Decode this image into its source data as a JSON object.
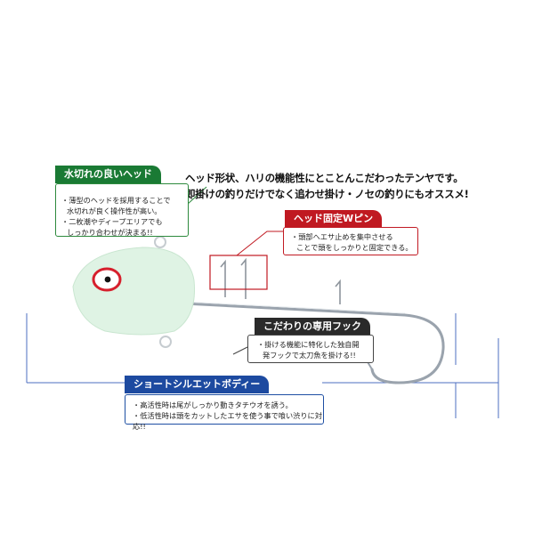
{
  "headline": {
    "line1": "ヘッド形状、ハリの機能性にとことんこだわったテンヤです。",
    "line2": "即掛けの釣りだけでなく追わせ掛け・ノセの釣りにもオススメ!"
  },
  "callouts": {
    "head": {
      "title": "水切れの良いヘッド",
      "lines": [
        "・薄型のヘッドを採用することで",
        "水切れが良く操作性が高い。",
        "・二枚潮やディープエリアでも",
        "しっかり合わせが決まる!!"
      ]
    },
    "pin": {
      "title": "ヘッド固定Wピン",
      "lines": [
        "・頭部へエサ止めを集中させる",
        "ことで頭をしっかりと固定できる。"
      ]
    },
    "hook": {
      "title": "こだわりの専用フック",
      "lines": [
        "・掛ける機能に特化した独自開",
        "発フックで太刀魚を掛ける!!"
      ]
    },
    "body": {
      "title": "ショートシルエットボディー",
      "lines": [
        "・高活性時は尾がしっかり動きタチウオを誘う。",
        "・低活性時は頭をカットしたエサを使う事で喰い渋りに対応!!"
      ]
    }
  },
  "colors": {
    "green": "#1a7a34",
    "red": "#c01921",
    "dark": "#2a2a2a",
    "blue": "#1d4aa0",
    "jig_body": "#dff3e4"
  }
}
